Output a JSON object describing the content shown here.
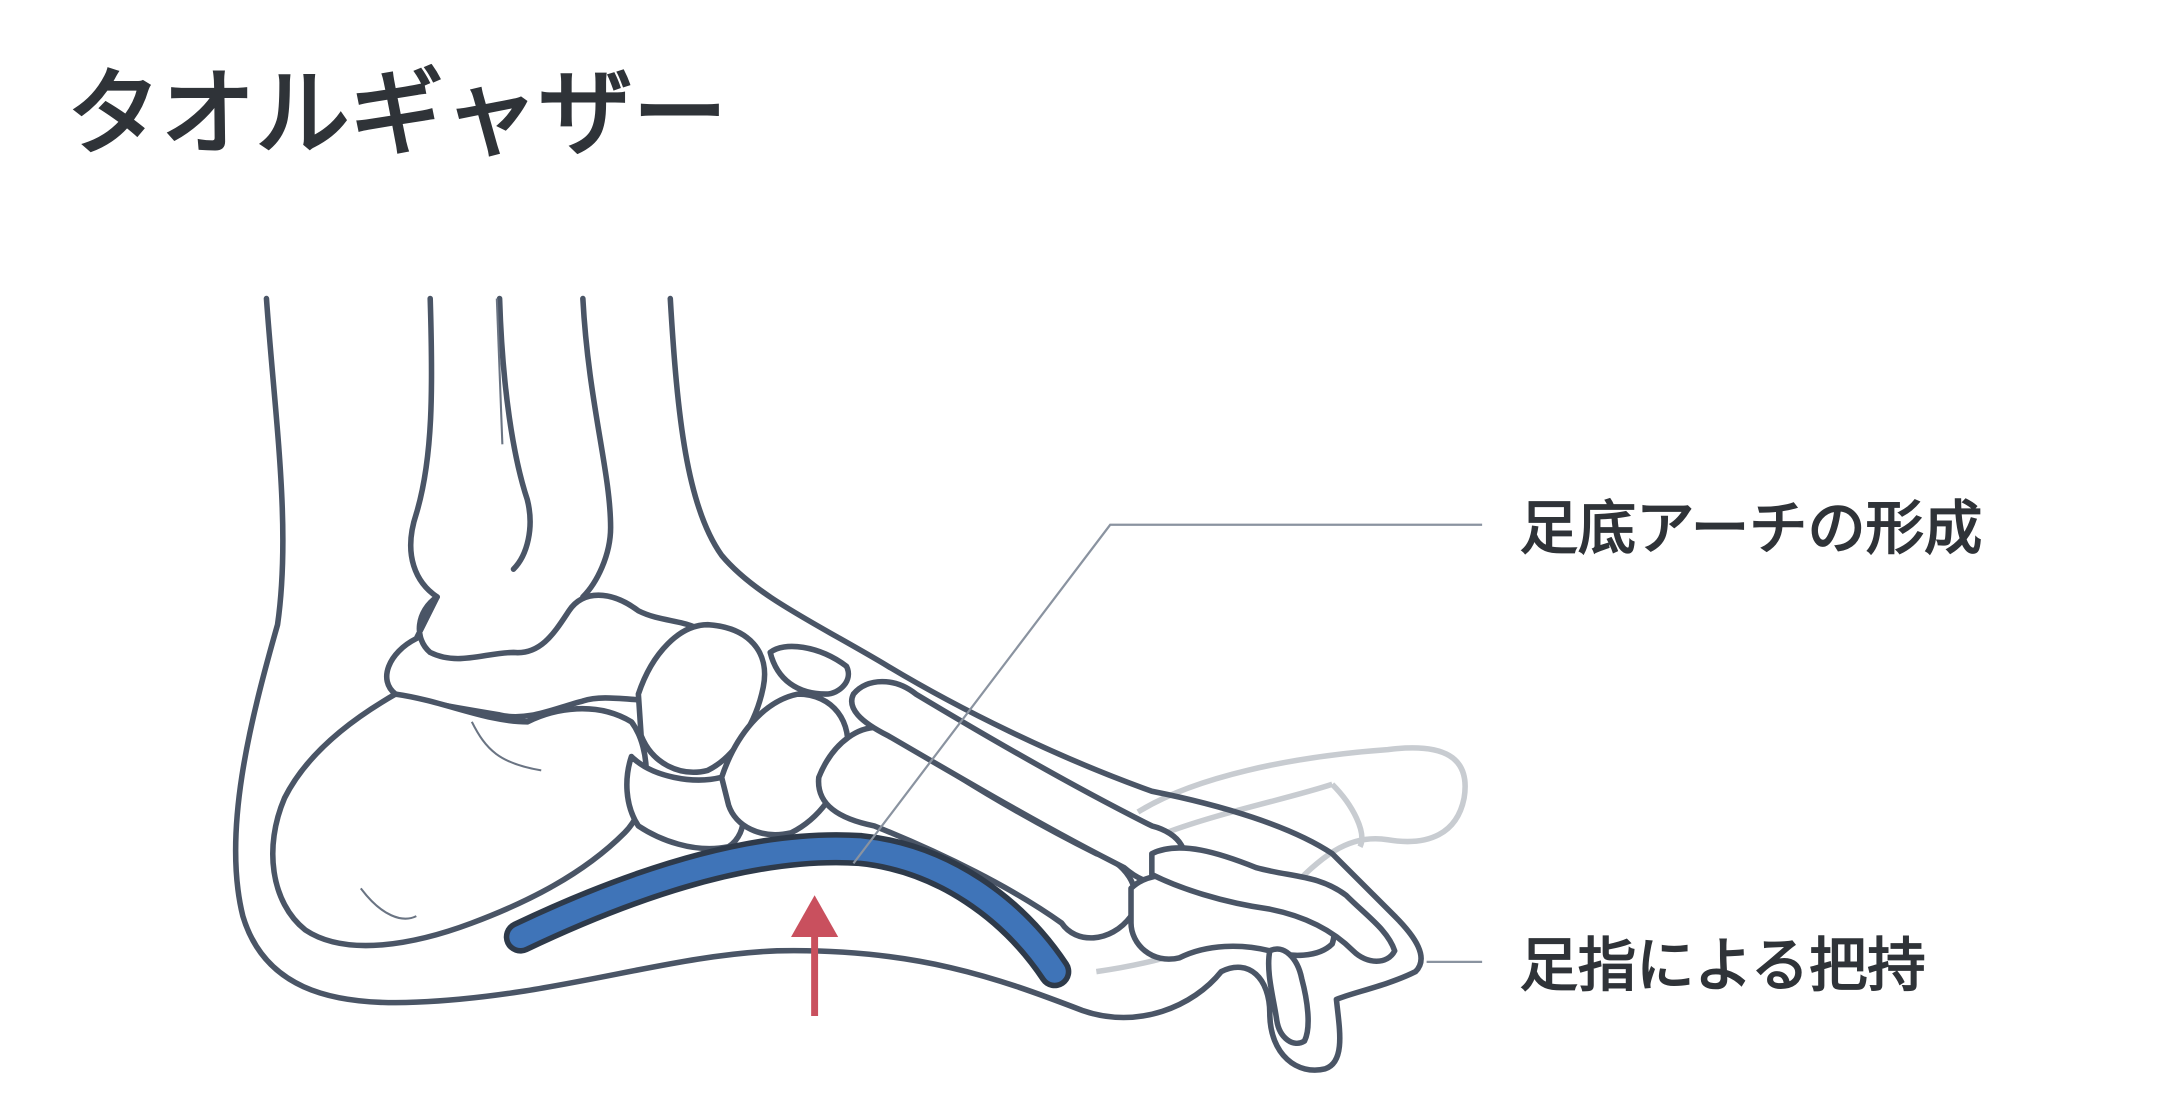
{
  "title": "タオルギャザー",
  "labels": {
    "arch": "足底アーチの形成",
    "toes": "足指による把持"
  },
  "colors": {
    "outline": "#4a5566",
    "arch": "#3f74b8",
    "arrow": "#c9505e",
    "text": "#2f3338"
  }
}
